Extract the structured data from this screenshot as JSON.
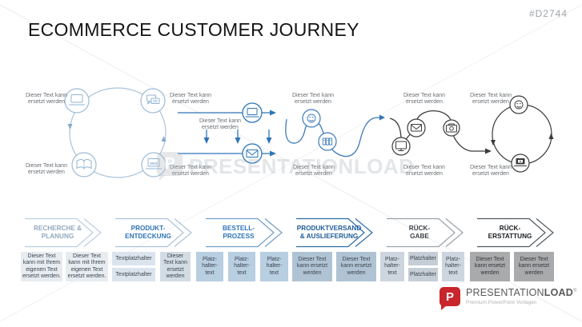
{
  "slide": {
    "title": "ECOMMERCE CUSTOMER JOURNEY",
    "code": "#D2744"
  },
  "colors": {
    "accent_blue": "#2e75b6",
    "light_blue_line": "#9dbcd6",
    "squiggle_blue": "#3d7ab8",
    "dark_line": "#3a3a3a",
    "label_gray": "#686d72",
    "logo_red": "#c9252c"
  },
  "journey": {
    "placeholder_label": "Dieser Text kann ersetzt werden",
    "icon_names": [
      "laptop",
      "chat-bubbles",
      "open-book",
      "web-browser-laptop",
      "laptop",
      "envelope",
      "smiley",
      "stores",
      "monitor",
      "envelope",
      "camera",
      "smiley",
      "laptop-payment"
    ]
  },
  "watermark": {
    "text": "PRESENTATIONLOAD",
    "p": "P"
  },
  "stages": [
    {
      "line1": "RECHERCHE &",
      "line2": "PLANUNG",
      "text_color": "#93a9bf",
      "outline_color": "#bccfe0"
    },
    {
      "line1": "PRODUKT-",
      "line2": "ENTDECKUNG",
      "text_color": "#2e75b6",
      "outline_color": "#a9c4da"
    },
    {
      "line1": "BESTELL-",
      "line2": "PROZESS",
      "text_color": "#2e75b6",
      "outline_color": "#6f9ec7"
    },
    {
      "line1": "PRODUKTVERSAND",
      "line2": "& AUSLIEFERUNG",
      "text_color": "#1f5c99",
      "outline_color": "#2e6da8"
    },
    {
      "line1": "RÜCK-",
      "line2": "GABE",
      "text_color": "#3d434a",
      "outline_color": "#99a2ab"
    },
    {
      "line1": "RÜCK-",
      "line2": "ERSTATTUNG",
      "text_color": "#1b1e22",
      "outline_color": "#525960"
    }
  ],
  "boxes": [
    {
      "text": "Dieser Text kann mit Ihrem eigenen Text ersetzt werden.",
      "bg": "#e7ecf1"
    },
    {
      "text": "Dieser Text kann mit Ihrem eigenen Text ersetzt werden.",
      "bg": "#e7ecf1"
    },
    {
      "stack": [
        "Textplatzhalter",
        "Textplatzhalter"
      ],
      "bg": "#dbe4ee"
    },
    {
      "text": "Dieser Text kann ersetzt werden",
      "bg": "#d2dce5"
    },
    {
      "text": "Platz-halter-text",
      "bg": "#b8cee1"
    },
    {
      "text": "Platz-halter-text",
      "bg": "#b8cee1"
    },
    {
      "text": "Platz-halter-text",
      "bg": "#b8cee1"
    },
    {
      "text": "Dieser Text kann ersetzt werden",
      "bg": "#b0c3d4"
    },
    {
      "text": "Dieser Text kann ersetzt werden",
      "bg": "#b0c3d4"
    },
    {
      "text": "Platz-halter-text",
      "bg": "#cdd6df"
    },
    {
      "stack": [
        "Platzhalter",
        "Platzhalter"
      ],
      "bg": "#c5ced7"
    },
    {
      "text": "Platz-halter-text",
      "bg": "#cdd6df"
    },
    {
      "text": "Dieser Text kann ersetzt werden",
      "bg": "#a9aaab"
    },
    {
      "text": "Dieser Text kann ersetzt werden",
      "bg": "#a9aaab"
    }
  ],
  "logo": {
    "p": "P",
    "brand_regular": "PRESENTATION",
    "brand_bold": "LOAD",
    "registered": "®",
    "tagline": "Premium PowerPoint Vorlagen"
  }
}
